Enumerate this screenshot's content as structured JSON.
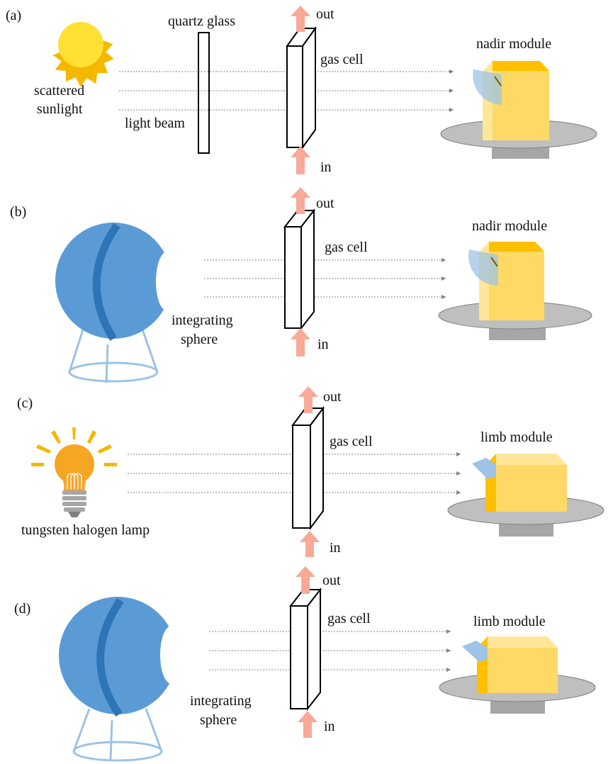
{
  "panels": [
    {
      "tag": "(a)",
      "source_label_1": "scattered",
      "source_label_2": "sunlight",
      "window_label": "quartz glass",
      "beam_label": "light beam",
      "cell_label": "gas cell",
      "out_label": "out",
      "in_label": "in",
      "module_label": "nadir module"
    },
    {
      "tag": "(b)",
      "source_label_1": "integrating",
      "source_label_2": "sphere",
      "cell_label": "gas cell",
      "out_label": "out",
      "in_label": "in",
      "module_label": "nadir module"
    },
    {
      "tag": "(c)",
      "source_label_1": "tungsten halogen lamp",
      "cell_label": "gas cell",
      "out_label": "out",
      "in_label": "in",
      "module_label": "limb module"
    },
    {
      "tag": "(d)",
      "source_label_1": "integrating",
      "source_label_2": "sphere",
      "cell_label": "gas cell",
      "out_label": "out",
      "in_label": "in",
      "module_label": "limb module"
    }
  ],
  "colors": {
    "sun": "#FFE033",
    "sun_rays": "#F5B800",
    "sphere": "#5B9BD5",
    "sphere_band": "#2E75B6",
    "sphere_stand": "#9DC3E6",
    "flow_arrow": "#F8A998",
    "module_front": "#FFD966",
    "module_top": "#FFC000",
    "module_side": "#FFE699",
    "platform": "#BFBFBF",
    "platform_base": "#A6A6A6",
    "lamp_bulb": "#F5A623",
    "beam": "#808080"
  },
  "icons": {
    "sun": "sun-icon",
    "sphere": "integrating-sphere-icon",
    "lamp": "halogen-lamp-icon",
    "nadir": "nadir-module-icon",
    "limb": "limb-module-icon"
  }
}
